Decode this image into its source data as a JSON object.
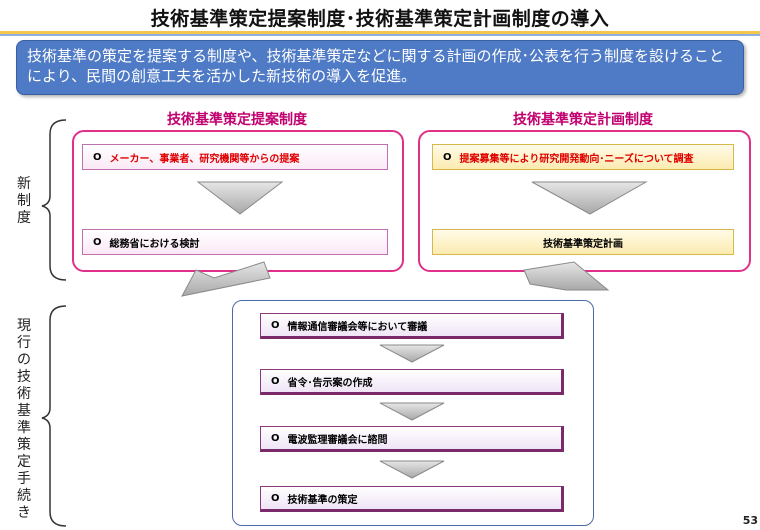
{
  "title": "技術基準策定提案制度･技術基準策定計画制度の導入",
  "intro": "技術基準の策定を提案する制度や、技術基準策定などに関する計画の作成･公表を行う制度を設けることにより、民間の創意工夫を活かした新技術の導入を促進。",
  "left_column": {
    "heading": "技術基準策定提案制度",
    "box1": {
      "mark": "O",
      "text": "メーカー、事業者、研究機関等からの提案"
    },
    "box2": {
      "mark": "O",
      "text": "総務省における検討"
    }
  },
  "right_column": {
    "heading": "技術基準策定計画制度",
    "box1": {
      "mark": "O",
      "text": "提案募集等により研究開発動向･ニーズについて調査"
    },
    "box2": {
      "text": "技術基準策定計画"
    }
  },
  "side_labels": {
    "new": "新制度",
    "current": "現行の技術基準策定手続き"
  },
  "current_steps": [
    {
      "mark": "O",
      "text": "情報通信審議会等において審議"
    },
    {
      "mark": "O",
      "text": "省令･告示案の作成"
    },
    {
      "mark": "O",
      "text": "電波監理審議会に諮問"
    },
    {
      "mark": "O",
      "text": "技術基準の策定"
    }
  ],
  "page_number": "53",
  "colors": {
    "accent_magenta": "#e0308a",
    "intro_blue": "#4e7ac6",
    "proposal_red": "#e00000",
    "step_border": "#8a3a7a"
  }
}
